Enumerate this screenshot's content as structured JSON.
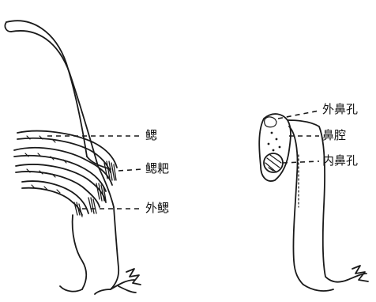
{
  "left_figure": {
    "labels": {
      "gill_cover": "鳃",
      "gill_raker": "鳃耙",
      "outer_gill": "外鳃"
    }
  },
  "right_figure": {
    "labels": {
      "outer_nostril": "外鼻孔",
      "nasal_cavity": "鼻腔",
      "inner_nostril": "内鼻孔"
    }
  }
}
